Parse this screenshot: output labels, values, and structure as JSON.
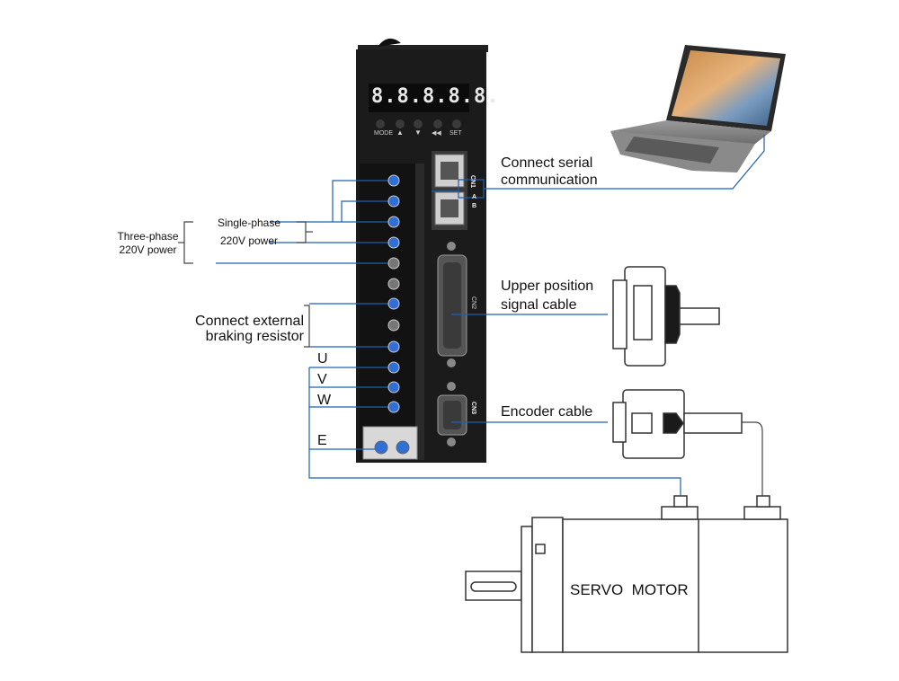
{
  "display": {
    "digits": "8.8.8.8.8."
  },
  "keypad": {
    "buttons": [
      "MODE",
      "▲",
      "▼",
      "◀◀",
      "SET"
    ]
  },
  "ports": {
    "cn1": "CN1",
    "cn1_a": "A",
    "cn1_b": "B",
    "cn2": "CN2",
    "cn3": "CN3"
  },
  "labels": {
    "serial_line1": "Connect serial",
    "serial_line2": "communication",
    "upper_line1": "Upper position",
    "upper_line2": "signal cable",
    "encoder": "Encoder cable",
    "three_phase_line1": "Three-phase",
    "three_phase_line2": "220V power",
    "single_phase_line1": "Single-phase",
    "single_phase_line2": "220V power",
    "brake_line1": "Connect external",
    "brake_line2": "braking resistor",
    "u": "U",
    "v": "V",
    "w": "W",
    "e": "E",
    "motor": "SERVO  MOTOR"
  },
  "colors": {
    "wire": "#1f5fb0",
    "line": "#333333",
    "drive": "#1b1b1b",
    "terminal": "#2f6fd6"
  }
}
